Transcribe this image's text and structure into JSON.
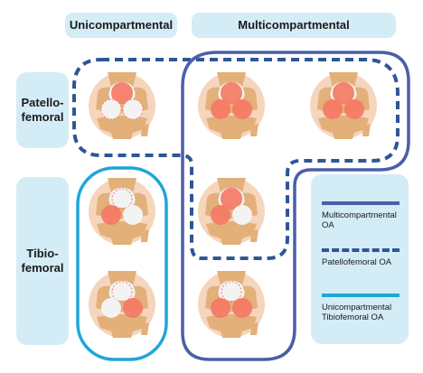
{
  "columns": {
    "unicompartmental": "Unicompartmental",
    "multicompartmental": "Multicompartmental"
  },
  "rows": {
    "patellofemoral": [
      "Patello-",
      "femoral"
    ],
    "tibiofemoral": [
      "Tibio-",
      "femoral"
    ]
  },
  "legend": {
    "multicompartmental": [
      "Multicompartmental",
      "OA"
    ],
    "patellofemoral": [
      "Patellofemoral OA"
    ],
    "unicompartmental_tf": [
      "Unicompartmental",
      "Tibiofemoral OA"
    ]
  },
  "colors": {
    "multicompartmental_line": "#4a5fa8",
    "patellofemoral_line": "#2f5597",
    "unicompartmental_line": "#1ea6d6",
    "pill_background": "#d4ecf6",
    "knee_background": "#f6d5bd",
    "bone": "#e3b07a",
    "cartilage_healthy": "#f3f3f3",
    "lesion": "#f47a65"
  }
}
